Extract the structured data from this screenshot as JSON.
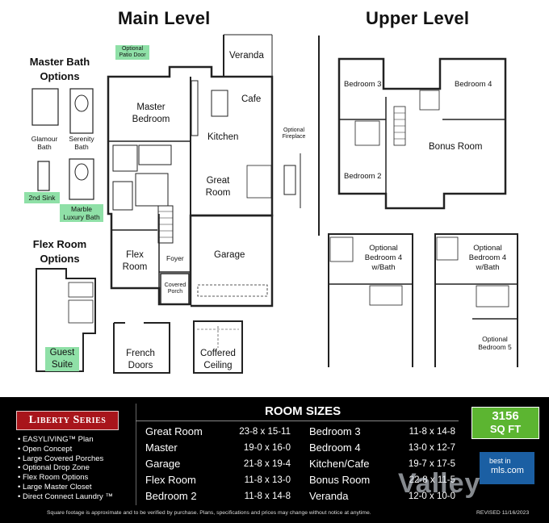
{
  "titles": {
    "main": "Main Level",
    "upper": "Upper Level"
  },
  "master_bath": {
    "heading_1": "Master Bath",
    "heading_2": "Options",
    "options": [
      {
        "line1": "Glamour",
        "line2": "Bath"
      },
      {
        "line1": "Serenity",
        "line2": "Bath"
      },
      {
        "line1": "2nd Sink",
        "line2": ""
      },
      {
        "line1": "Marble",
        "line2": "Luxury Bath"
      }
    ]
  },
  "flex_options": {
    "heading_1": "Flex Room",
    "heading_2": "Options",
    "guest_1": "Guest",
    "guest_2": "Suite"
  },
  "main_rooms": {
    "patio_1": "Optional",
    "patio_2": "Patio Door",
    "veranda": "Veranda",
    "master_1": "Master",
    "master_2": "Bedroom",
    "cafe": "Cafe",
    "kitchen": "Kitchen",
    "fireplace_1": "Optional",
    "fireplace_2": "Fireplace",
    "great_1": "Great",
    "great_2": "Room",
    "flex_1": "Flex",
    "flex_2": "Room",
    "foyer": "Foyer",
    "garage": "Garage",
    "porch_1": "Covered",
    "porch_2": "Porch",
    "french_1": "French",
    "french_2": "Doors",
    "coffered_1": "Coffered",
    "coffered_2": "Ceiling"
  },
  "upper_rooms": {
    "bed3": "Bedroom 3",
    "bed4": "Bedroom 4",
    "bonus": "Bonus Room",
    "bed2": "Bedroom 2",
    "opt_a_1": "Optional",
    "opt_a_2": "Bedroom 4",
    "opt_a_3": "w/Bath",
    "opt_b_1": "Optional",
    "opt_b_2": "Bedroom 4",
    "opt_b_3": "w/Bath",
    "opt_c_1": "Optional",
    "opt_c_2": "Bedroom 5"
  },
  "series": {
    "name": "Liberty Series",
    "features": [
      "EASYLIVING™ Plan",
      "Open Concept",
      "Large Covered Porches",
      "Optional Drop Zone",
      "Flex Room Options",
      "Large Master Closet",
      "Direct Connect Laundry ™"
    ]
  },
  "room_sizes": {
    "heading": "ROOM SIZES",
    "left": [
      {
        "room": "Great Room",
        "size": "23-8 x 15-11"
      },
      {
        "room": "Master",
        "size": "19-0 x 16-0"
      },
      {
        "room": "Garage",
        "size": "21-8 x 19-4"
      },
      {
        "room": "Flex Room",
        "size": "11-8 x 13-0"
      },
      {
        "room": "Bedroom 2",
        "size": "11-8 x 14-8"
      }
    ],
    "right": [
      {
        "room": "Bedroom 3",
        "size": "11-8 x 14-8"
      },
      {
        "room": "Bedroom 4",
        "size": "13-0 x 12-7"
      },
      {
        "room": "Kitchen/Cafe",
        "size": "19-7 x 17-5"
      },
      {
        "room": "Bonus Room",
        "size": "22-8 x 11-5"
      },
      {
        "room": "Veranda",
        "size": "12-0 x 10-0"
      }
    ]
  },
  "sqft": {
    "value": "3156",
    "unit": "SQ FT"
  },
  "logo": {
    "text": "Valley",
    "tag": "best in",
    "site": "mls.com"
  },
  "footer": {
    "disclaimer": "Square footage is approximate and to be verified by purchase. Plans, specifications and prices may change without notice at anytime.",
    "revised": "REVISED 11/16/2023"
  },
  "colors": {
    "highlight": "#8fe0a7",
    "series_red": "#a8151b",
    "sqft_green": "#5cb531",
    "panel": "#000000"
  }
}
